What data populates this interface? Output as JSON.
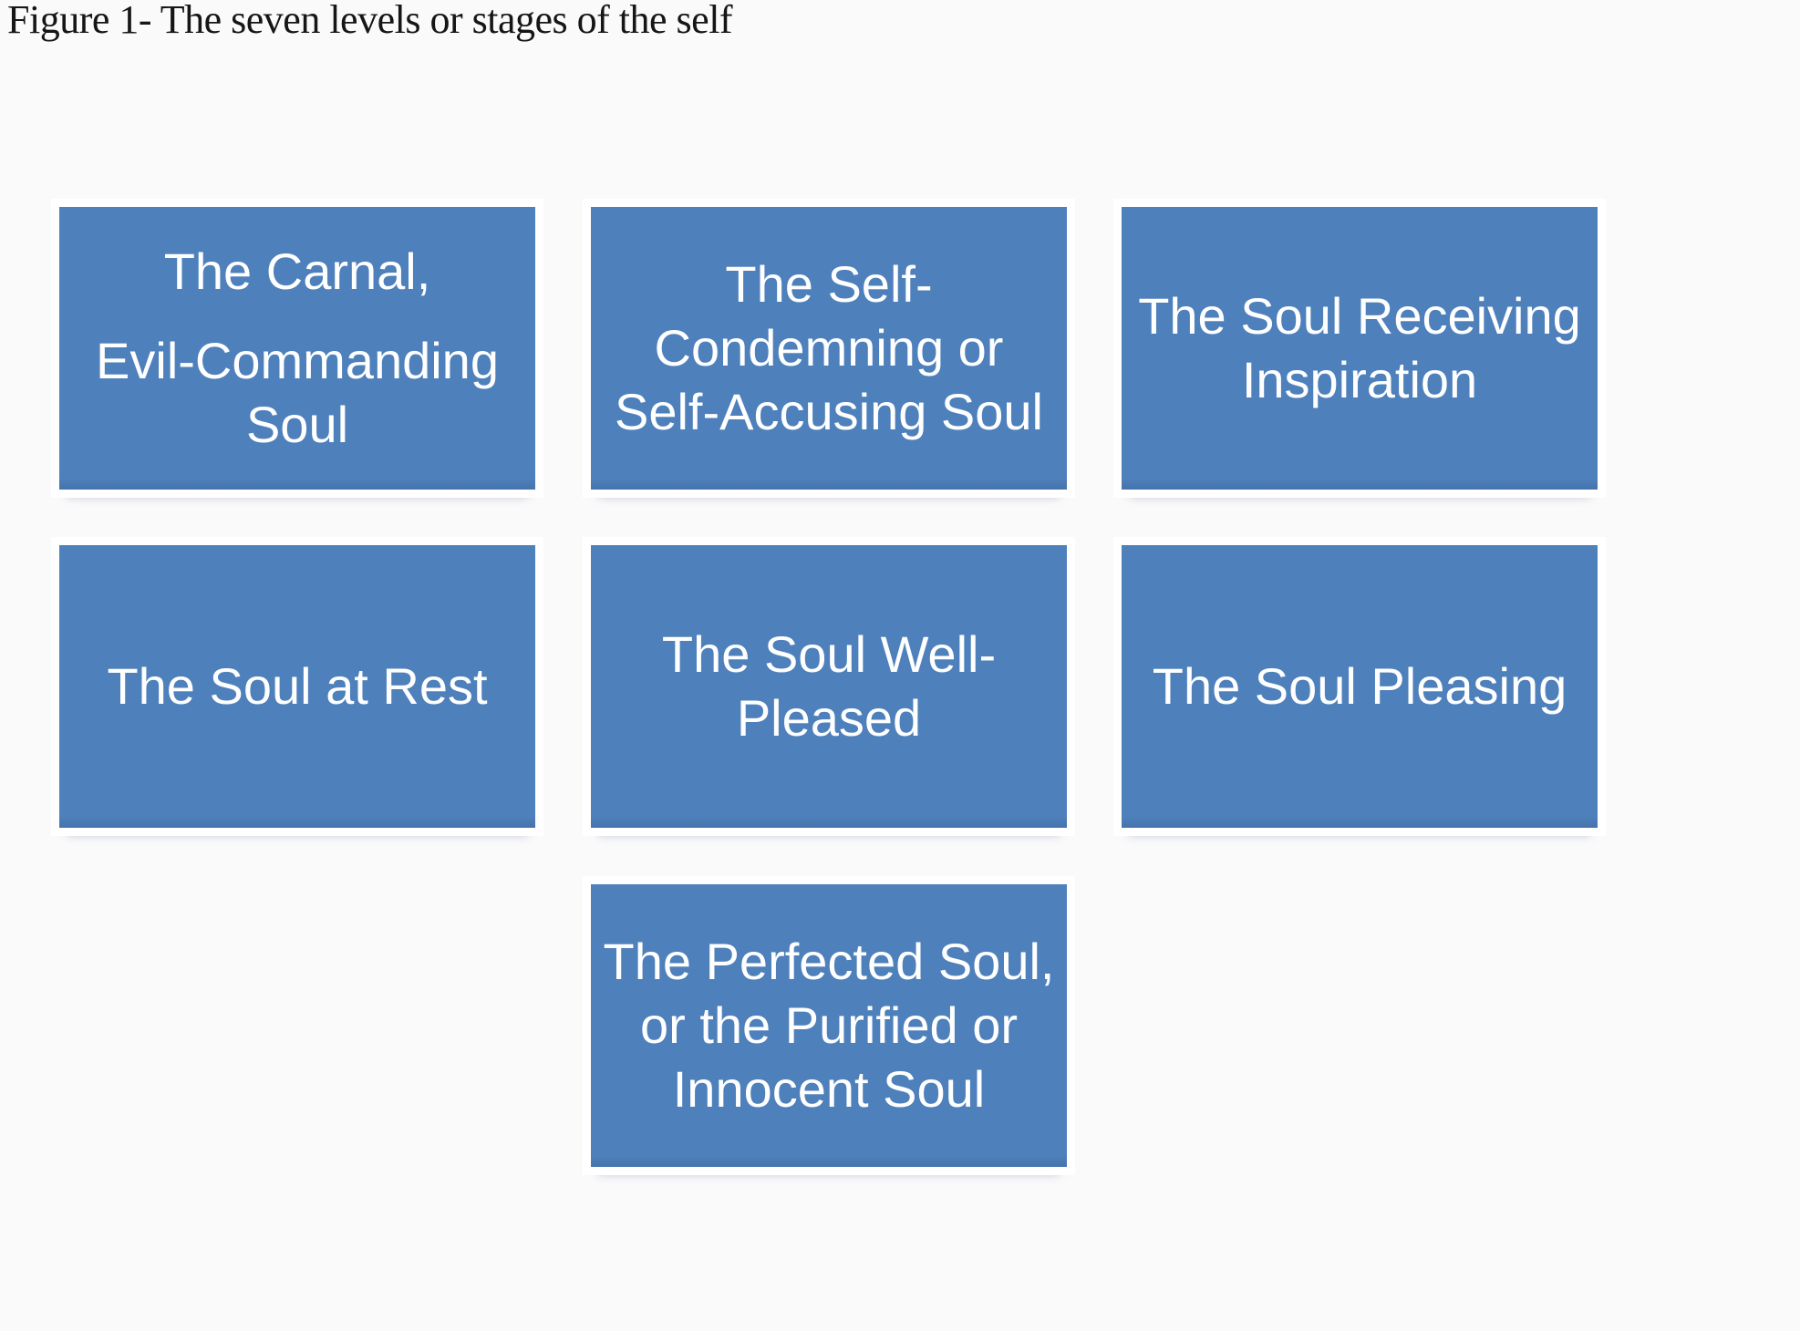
{
  "figure": {
    "title": "Figure 1- The seven levels or stages of the self"
  },
  "colors": {
    "background": "#FAFAFB",
    "box_fill": "#4E80BC",
    "box_bottom_edge": "#4573AB",
    "box_halo": "#FFFFFF",
    "box_text": "#FFFFFF",
    "title_text": "#161616"
  },
  "diagram": {
    "type": "grid-of-labeled-boxes",
    "rows": 3,
    "columns": 3,
    "boxes": [
      {
        "id": "carnal-evil-commanding-soul",
        "row": 1,
        "col": 1,
        "text": "The Carnal, Evil-Commanding Soul",
        "lines": [
          "The Carnal,",
          "Evil-Commanding",
          "Soul"
        ],
        "gap_after_line": 0
      },
      {
        "id": "self-condemning-self-accusing-soul",
        "row": 1,
        "col": 2,
        "text": "The Self-Condemning or Self-Accusing Soul",
        "lines": [
          "The Self-",
          "Condemning or",
          "Self-Accusing Soul"
        ]
      },
      {
        "id": "soul-receiving-inspiration",
        "row": 1,
        "col": 3,
        "text": "The Soul Receiving Inspiration",
        "lines": [
          "The Soul Receiving",
          "Inspiration"
        ]
      },
      {
        "id": "soul-at-rest",
        "row": 2,
        "col": 1,
        "text": "The Soul at Rest",
        "lines": [
          "The Soul at Rest"
        ]
      },
      {
        "id": "soul-well-pleased",
        "row": 2,
        "col": 2,
        "text": "The Soul Well-Pleased",
        "lines": [
          "The Soul Well-",
          "Pleased"
        ]
      },
      {
        "id": "soul-pleasing",
        "row": 2,
        "col": 3,
        "text": "The Soul Pleasing",
        "lines": [
          "The Soul Pleasing"
        ]
      },
      {
        "id": "perfected-purified-innocent-soul",
        "row": 3,
        "col": 2,
        "text": "The Perfected Soul, or the Purified or Innocent Soul",
        "lines": [
          "The Perfected Soul,",
          "or the Purified or",
          "Innocent Soul"
        ]
      }
    ]
  }
}
